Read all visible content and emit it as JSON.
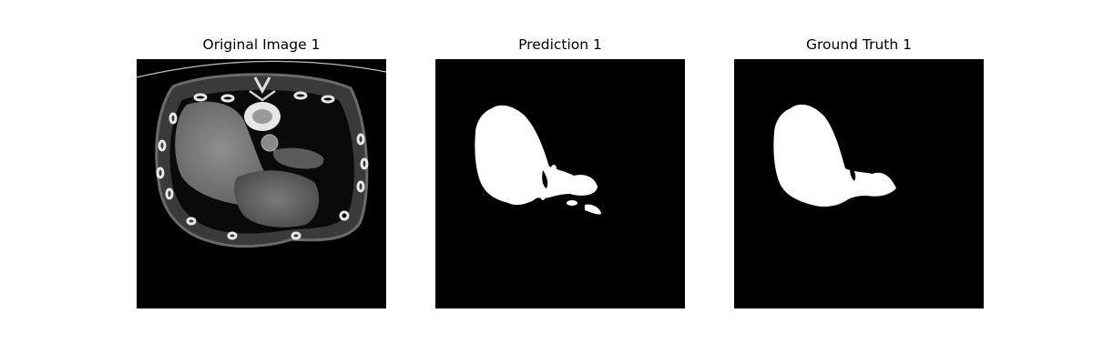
{
  "figure": {
    "panels": [
      {
        "title": "Original Image 1"
      },
      {
        "title": "Prediction 1"
      },
      {
        "title": "Ground Truth 1"
      }
    ]
  }
}
